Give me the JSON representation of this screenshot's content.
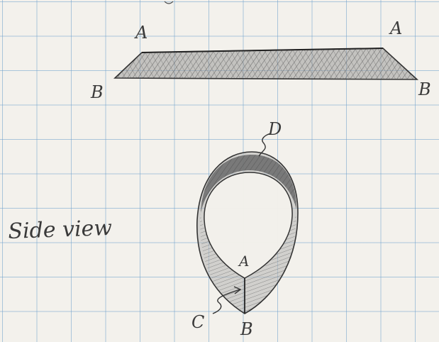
{
  "labels": {
    "top_left_a": "A",
    "top_right_a": "A",
    "left_b": "B",
    "right_b": "B",
    "side_view": "Side view",
    "point_d": "D",
    "inner_a": "A",
    "point_c": "C",
    "bottom_b": "B"
  },
  "colors": {
    "paper": "#f3f1ec",
    "grid": "#6ea0cd",
    "pencil": "#3a3a3a",
    "shade": "#8a8a8a"
  }
}
